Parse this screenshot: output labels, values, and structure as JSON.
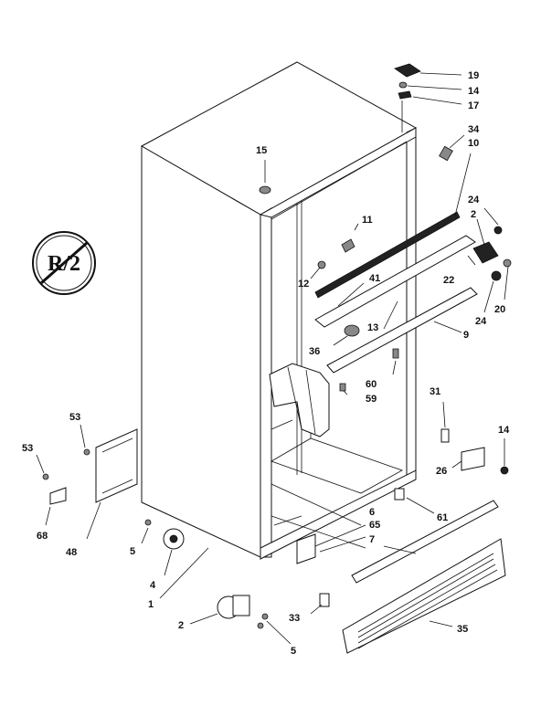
{
  "diagram": {
    "logo_text": "R/2",
    "labels": {
      "l19": "19",
      "l14a": "14",
      "l17": "17",
      "l34": "34",
      "l10": "10",
      "l15": "15",
      "l11": "11",
      "l24a": "24",
      "l2a": "2",
      "l12": "12",
      "l41": "41",
      "l22": "22",
      "l20": "20",
      "l24b": "24",
      "l13": "13",
      "l9": "9",
      "l36": "36",
      "l60": "60",
      "l59": "59",
      "l31": "31",
      "l14b": "14",
      "l53a": "53",
      "l53b": "53",
      "l26": "26",
      "l68": "68",
      "l48": "48",
      "l61": "61",
      "l6": "6",
      "l65": "65",
      "l7": "7",
      "l5a": "5",
      "l4": "4",
      "l1": "1",
      "l2b": "2",
      "l33": "33",
      "l35": "35",
      "l5b": "5"
    }
  }
}
